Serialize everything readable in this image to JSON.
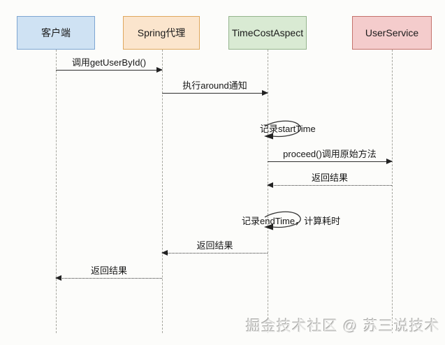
{
  "diagram": {
    "type": "uml-sequence-diagram",
    "participants": [
      {
        "label": "客户端",
        "fill": "#cfe2f3",
        "border": "#7ea6d2"
      },
      {
        "label": "Spring代理",
        "fill": "#fbe5cd",
        "border": "#dfa85e"
      },
      {
        "label": "TimeCostAspect",
        "fill": "#d9ead3",
        "border": "#94b48c"
      },
      {
        "label": "UserService",
        "fill": "#f4cccc",
        "border": "#c4726b"
      }
    ],
    "messages": [
      {
        "label": "调用getUserById()",
        "from": "客户端",
        "to": "Spring代理",
        "style": "solid-arrow"
      },
      {
        "label": "执行around通知",
        "from": "Spring代理",
        "to": "TimeCostAspect",
        "style": "solid-arrow"
      },
      {
        "label": "记录startTime",
        "from": "TimeCostAspect",
        "to": "TimeCostAspect",
        "style": "self-loop"
      },
      {
        "label": "proceed()调用原始方法",
        "from": "TimeCostAspect",
        "to": "UserService",
        "style": "solid-arrow"
      },
      {
        "label": "返回结果",
        "from": "UserService",
        "to": "TimeCostAspect",
        "style": "dashed-return"
      },
      {
        "label": "记录endTime，计算耗时",
        "from": "TimeCostAspect",
        "to": "TimeCostAspect",
        "style": "self-loop"
      },
      {
        "label": "返回结果",
        "from": "TimeCostAspect",
        "to": "Spring代理",
        "style": "dashed-return"
      },
      {
        "label": "返回结果",
        "from": "Spring代理",
        "to": "客户端",
        "style": "dashed-return"
      }
    ],
    "watermark": "掘金技术社区 @ 苏三说技术"
  }
}
